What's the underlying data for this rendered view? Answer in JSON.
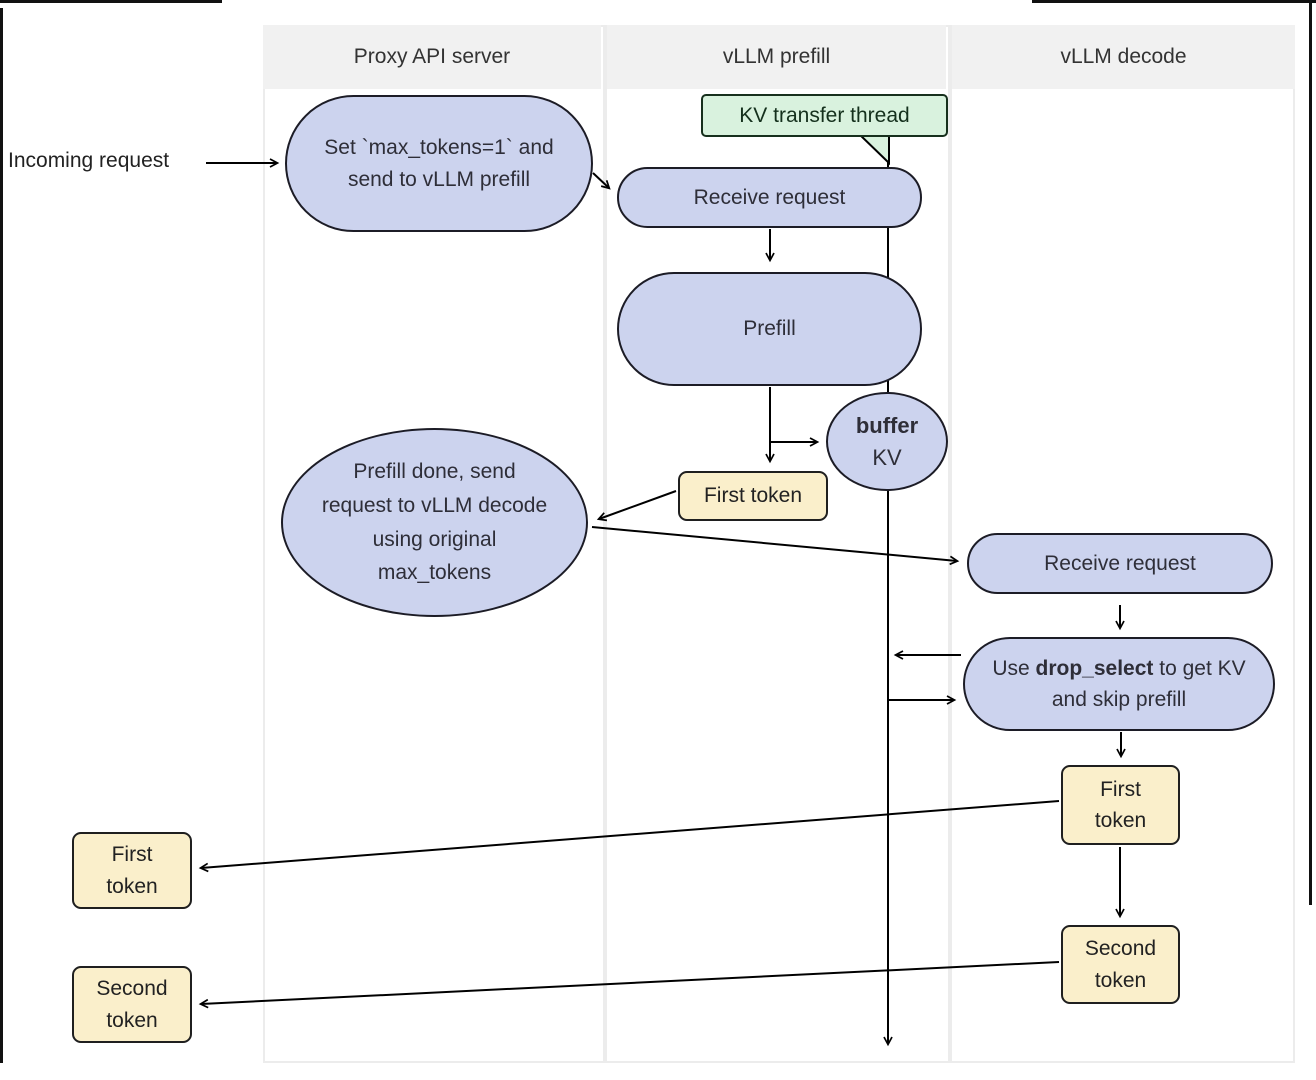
{
  "colors": {
    "node_fill": "#ccd3ee",
    "node_border": "#1c1c26",
    "token_fill": "#faefcb",
    "token_border": "#1f1f1f",
    "thread_fill": "#d9f2de",
    "thread_border": "#17301d",
    "header_bg": "#f1f1f1",
    "header_text": "#333333",
    "node_text": "#2e2e38",
    "line": "#000000"
  },
  "columns": [
    {
      "label": "Proxy API server"
    },
    {
      "label": "vLLM prefill"
    },
    {
      "label": "vLLM decode"
    }
  ],
  "annotations": {
    "incoming_request": "Incoming request"
  },
  "nodes": {
    "set_max_tokens": "Set `max_tokens=1` and send to vLLM prefill",
    "kv_transfer_thread": "KV transfer thread",
    "receive_request_prefill": "Receive request",
    "prefill": "Prefill",
    "buffer": {
      "bold": "buffer",
      "rest": "KV"
    },
    "first_token_prefill": "First token",
    "prefill_done": "Prefill done, send request to vLLM decode using original max_tokens",
    "receive_request_decode": "Receive request",
    "drop_select": {
      "pre": "Use ",
      "keyword": "drop_select",
      "post": " to get KV and skip prefill"
    },
    "first_token_decode": "First token",
    "second_token_decode": "Second token",
    "first_token_out": "First token",
    "second_token_out": "Second token"
  }
}
